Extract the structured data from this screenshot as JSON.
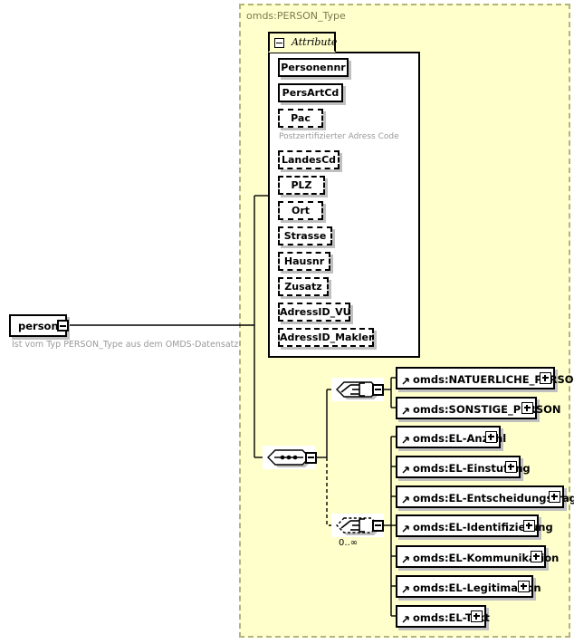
{
  "diagram": {
    "type_title": "omds:PERSON_Type",
    "root_element": {
      "label": "person",
      "annotation": "Ist vom Typ PERSON_Type aus dem OMDS-Datensatz",
      "toggle": "minus-icon"
    },
    "attribute_section": {
      "tab_label": "Attribute",
      "toggle": "minus-icon",
      "attributes": [
        {
          "name": "Personennr",
          "required": true,
          "note": ""
        },
        {
          "name": "PersArtCd",
          "required": true,
          "note": ""
        },
        {
          "name": "Pac",
          "required": false,
          "note": "Postzertifizierter Adress Code"
        },
        {
          "name": "LandesCd",
          "required": false,
          "note": ""
        },
        {
          "name": "PLZ",
          "required": false,
          "note": ""
        },
        {
          "name": "Ort",
          "required": false,
          "note": ""
        },
        {
          "name": "Strasse",
          "required": false,
          "note": ""
        },
        {
          "name": "Hausnr",
          "required": false,
          "note": ""
        },
        {
          "name": "Zusatz",
          "required": false,
          "note": ""
        },
        {
          "name": "AdressID_VU",
          "required": false,
          "note": ""
        },
        {
          "name": "AdressID_Makler",
          "required": false,
          "note": ""
        }
      ]
    },
    "compositors": {
      "sequence": {
        "kind": "sequence",
        "icon": "sequence-icon",
        "required": true,
        "cardinality": ""
      },
      "choice_person": {
        "kind": "choice",
        "icon": "choice-icon",
        "required": true,
        "cardinality": ""
      },
      "choice_el": {
        "kind": "choice",
        "icon": "choice-icon",
        "required": false,
        "cardinality": "0..∞"
      }
    },
    "person_branch": [
      {
        "label": "omds:NATUERLICHE_PERSON",
        "width": 176
      },
      {
        "label": "omds:SONSTIGE_PERSON",
        "width": 156
      }
    ],
    "el_branch": [
      {
        "label": "omds:EL-Anzahl",
        "width": 116
      },
      {
        "label": "omds:EL-Einstufung",
        "width": 138
      },
      {
        "label": "omds:EL-Entscheidungsfrage",
        "width": 186
      },
      {
        "label": "omds:EL-Identifizierung",
        "width": 158
      },
      {
        "label": "omds:EL-Kommunikation",
        "width": 166
      },
      {
        "label": "omds:EL-Legitimation",
        "width": 152
      },
      {
        "label": "omds:EL-Text",
        "width": 100
      }
    ],
    "colors": {
      "container_fill": "#ffffcc",
      "container_border": "#b3b37a",
      "node_fill": "#ffffff",
      "node_border": "#000000",
      "shadow": "#c0c0c0",
      "note_text": "#9a9a9a",
      "title_text": "#7a7a52"
    }
  }
}
